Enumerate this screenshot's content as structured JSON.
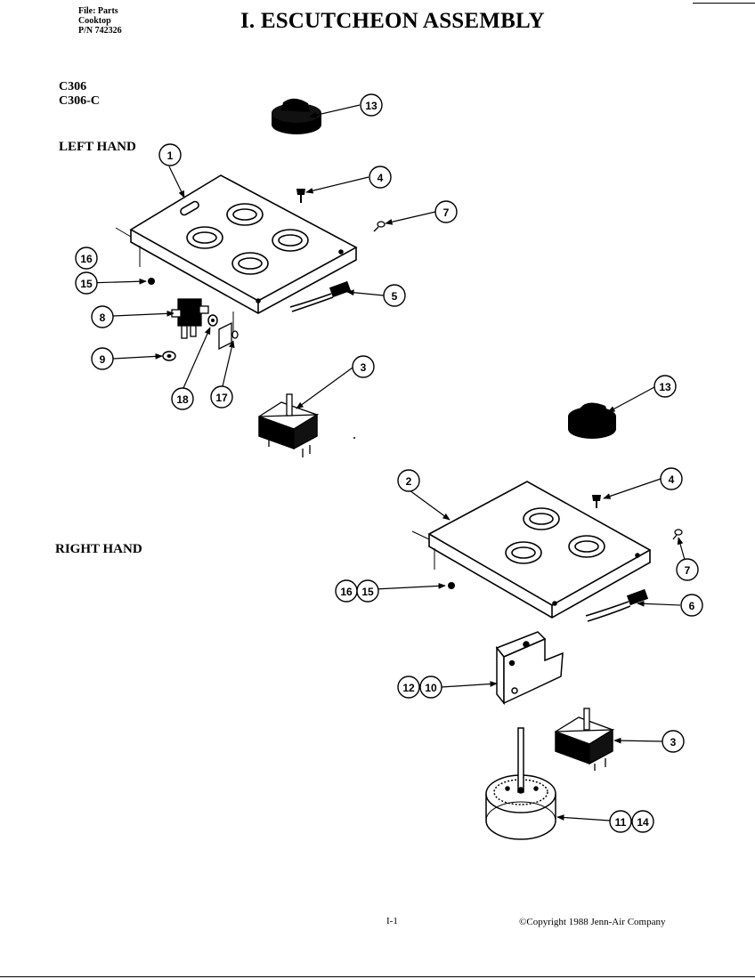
{
  "file_info": {
    "line1": "File: Parts",
    "line2": "Cooktop",
    "line3": "P/N 742326"
  },
  "title": "I. ESCUTCHEON ASSEMBLY",
  "models": [
    "C306",
    "C306-C"
  ],
  "sections": {
    "left": "LEFT HAND",
    "right": "RIGHT HAND"
  },
  "callouts": {
    "l13": "13",
    "l1": "1",
    "l4": "4",
    "l7": "7",
    "l16": "16",
    "l15": "15",
    "l5": "5",
    "l8": "8",
    "l9": "9",
    "l18": "18",
    "l17": "17",
    "l3": "3",
    "r13": "13",
    "r2": "2",
    "r4": "4",
    "r7": "7",
    "r16": "16",
    "r15": "15",
    "r6": "6",
    "r12": "12",
    "r10": "10",
    "r3": "3",
    "r11": "11",
    "r14": "14"
  },
  "footer": {
    "page": "I-1",
    "copyright": "©Copyright 1988 Jenn-Air Company"
  }
}
